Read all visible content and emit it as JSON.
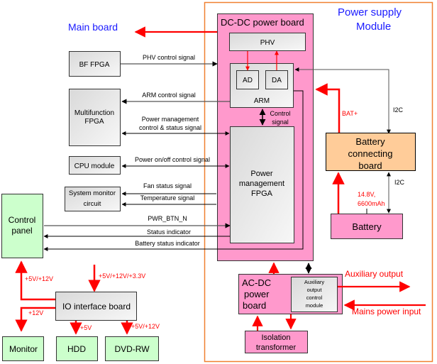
{
  "main_board": {
    "title": "Main board"
  },
  "power_module": {
    "title_line1": "Power supply",
    "title_line2": "Module"
  },
  "dcdc": {
    "title": "DC-DC power board",
    "phv": "PHV",
    "ad": "AD",
    "da": "DA",
    "arm": "ARM",
    "control_signal_1": "Control",
    "control_signal_2": "signal",
    "pm_fpga_1": "Power",
    "pm_fpga_2": "management",
    "pm_fpga_3": "FPGA"
  },
  "blocks": {
    "bf_fpga": "BF FPGA",
    "multifunction_fpga_1": "Multifunction",
    "multifunction_fpga_2": "FPGA",
    "cpu_module": "CPU module",
    "system_monitor_1": "System monitor",
    "system_monitor_2": "circuit",
    "control_panel_1": "Control",
    "control_panel_2": "panel",
    "io_board": "IO interface board",
    "monitor": "Monitor",
    "hdd": "HDD",
    "dvd": "DVD-RW",
    "battery_board_1": "Battery",
    "battery_board_2": "connecting",
    "battery_board_3": "board",
    "battery": "Battery",
    "acdc_1": "AC-DC",
    "acdc_2": "power",
    "acdc_3": "board",
    "aux_module_1": "Auxiliary",
    "aux_module_2": "output",
    "aux_module_3": "control",
    "aux_module_4": "module",
    "isolation_1": "Isolation",
    "isolation_2": "transformer"
  },
  "signals": {
    "phv_control": "PHV control signal",
    "arm_control": "ARM control signal",
    "pm_status_1": "Power management",
    "pm_status_2": "control & status signal",
    "power_onoff": "Power on/off control signal",
    "fan_status": "Fan status signal",
    "temperature": "Temperature signal",
    "pwr_btn": "PWR_BTN_N",
    "status_indicator": "Status indicator",
    "battery_status": "Battery status indicator",
    "i2c_1": "I2C",
    "i2c_2": "I2C",
    "bat_plus": "BAT+",
    "battery_spec_1": "14.8V,",
    "battery_spec_2": "6600mAh",
    "v_main_io": "+5V/+12V/+3.3V",
    "v_control_panel": "+5V/+12V",
    "v_monitor": "+12V",
    "v_hdd": "+5V",
    "v_dvd": "+5V/+12V",
    "aux_output": "Auxiliary output",
    "mains_input": "Mains power input"
  },
  "colors": {
    "main_board_border": "#2222ee",
    "module_border": "#f08030",
    "pink": "#ff99cc",
    "power_red": "#ff0000",
    "green": "#ccffcc",
    "orange": "#ffcc99",
    "title_blue": "#1a1aff"
  }
}
